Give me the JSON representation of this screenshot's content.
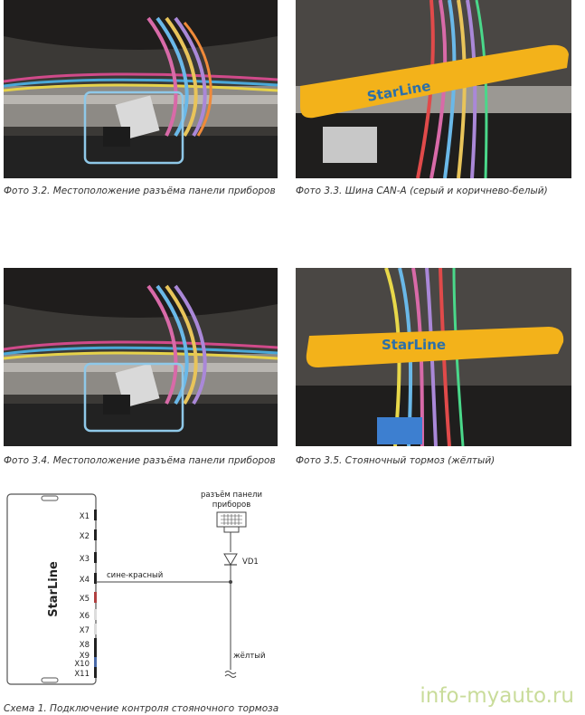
{
  "photos": [
    {
      "caption": "Фото 3.2. Местоположение разъёма панели приборов"
    },
    {
      "caption": "Фото 3.3. Шина CAN-A (серый и коричнево-белый)",
      "tool_label": "StarLine"
    },
    {
      "caption": "Фото 3.4. Местоположение разъёма панели приборов"
    },
    {
      "caption": "Фото 3.5. Стояночный тормоз (жёлтый)",
      "tool_label": "StarLine"
    }
  ],
  "schema": {
    "brand": "StarLine",
    "connectors": [
      "X1",
      "X2",
      "X3",
      "X4",
      "X5",
      "X6",
      "X7",
      "X8",
      "X9",
      "X10",
      "X11"
    ],
    "connector_label_line1": "разъём панели",
    "connector_label_line2": "приборов",
    "diode_label": "VD1",
    "wire_left_label": "сине-красный",
    "wire_bottom_label": "жёлтый",
    "caption": "Схема 1. Подключение контроля стояночного тормоза"
  },
  "watermark": "info-myauto.ru",
  "colors": {
    "tool": "#f3b21a",
    "highlight": "#8fc8e8"
  }
}
